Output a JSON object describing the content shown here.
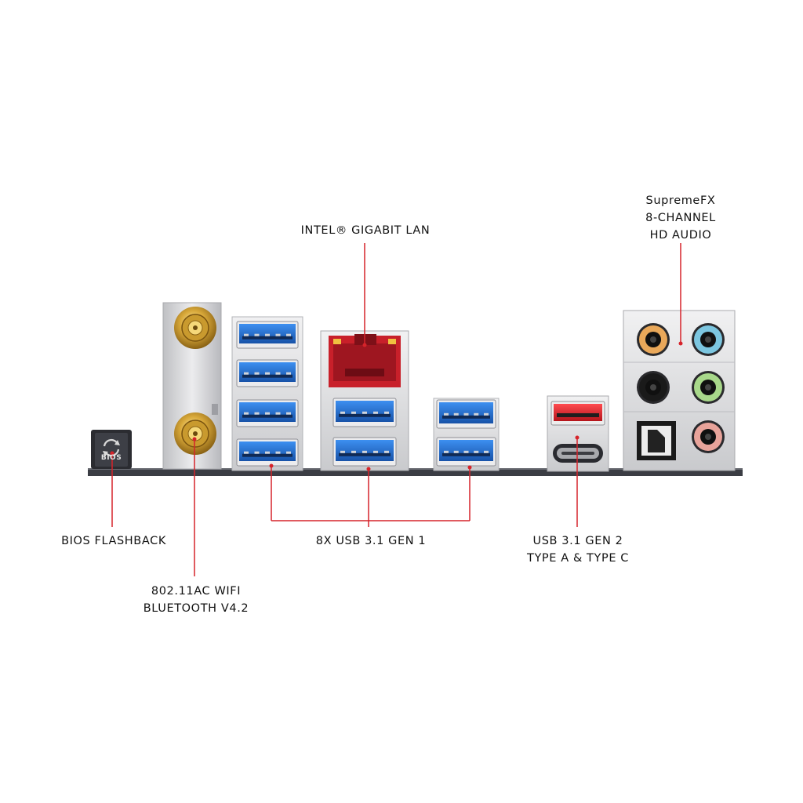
{
  "labels": {
    "lan": "INTEL® GIGABIT LAN",
    "audio_line1": "SupremeFX",
    "audio_line2": "8-CHANNEL",
    "audio_line3": "HD AUDIO",
    "bios_flashback": "BIOS FLASHBACK",
    "wifi_line1": "802.11AC WIFI",
    "wifi_line2": "BLUETOOTH V4.2",
    "usb_gen1": "8X USB 3.1 GEN 1",
    "usb_gen2_line1": "USB 3.1 GEN 2",
    "usb_gen2_line2": "TYPE A & TYPE C"
  },
  "bios_button_text": "BIOS",
  "colors": {
    "callout": "#d6232a",
    "usb_blue": "#1f6fd0",
    "usb_red": "#e0262e",
    "lan_red": "#c8202a",
    "antenna_gold": "#d9a93a",
    "jack_orange": "#e9a85a",
    "jack_blue": "#7cc6e0",
    "jack_black": "#1a1a1a",
    "jack_green": "#a8d88a",
    "jack_pink": "#e8a39a",
    "panel_silver": "#d7d7d9",
    "board_dark": "#3b3d44"
  },
  "icons": [
    "antenna-connector-icon",
    "bios-refresh-icon",
    "usb-port-icon",
    "rj45-port-icon",
    "usb-c-port-icon",
    "audio-jack-icon",
    "optical-port-icon"
  ]
}
